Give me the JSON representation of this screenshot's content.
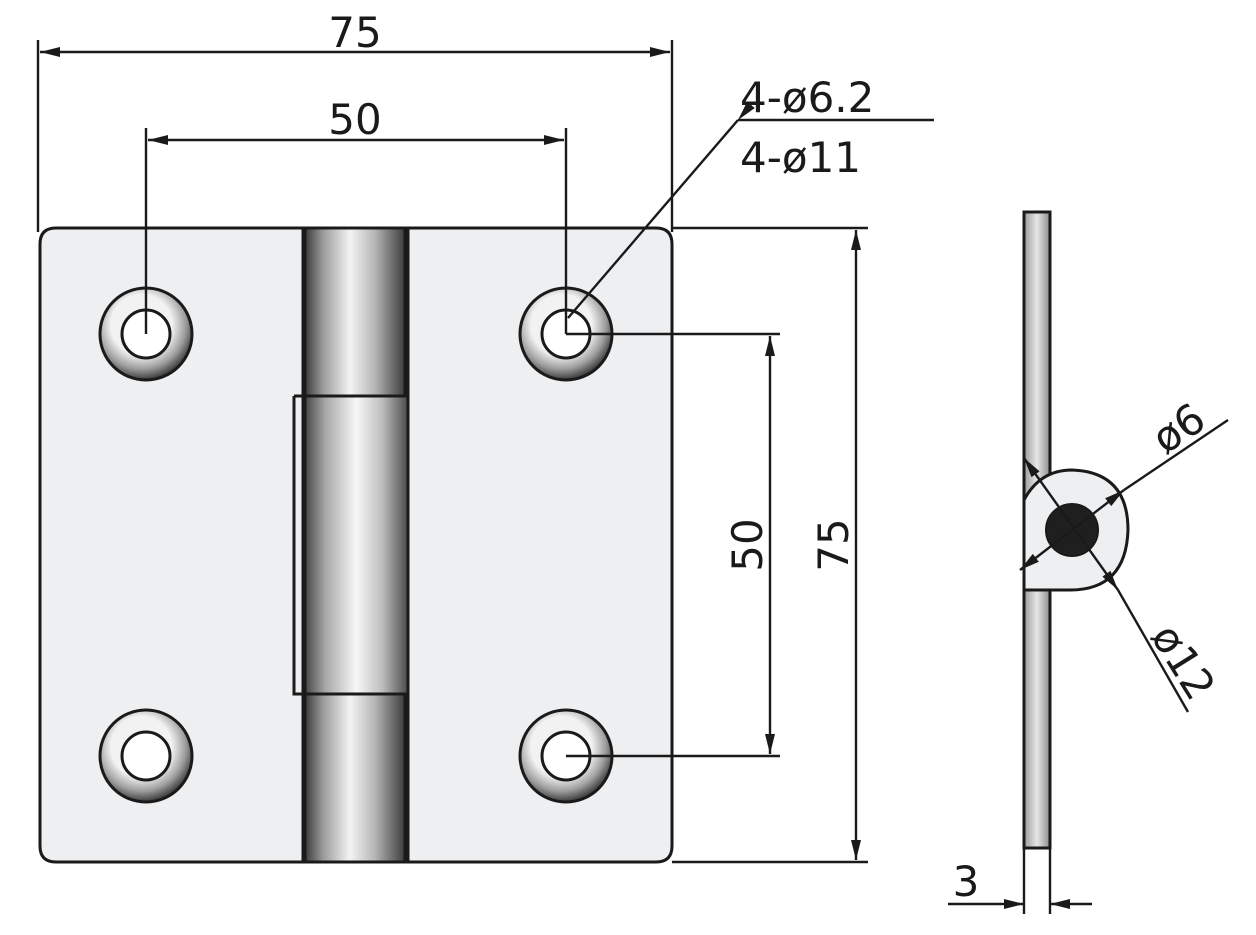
{
  "front_view": {
    "overall_width": "75",
    "hole_spacing_horizontal": "50",
    "overall_height": "75",
    "hole_spacing_vertical": "50"
  },
  "hole_callout": {
    "through_hole": "4-ø6.2",
    "counterbore": "4-ø11"
  },
  "side_view": {
    "pin_diameter": "ø6",
    "knuckle_diameter": "ø12",
    "thickness": "3"
  },
  "colors": {
    "line": "#1a1a1a",
    "plate_fill": "#eeeff1",
    "background": "#ffffff"
  }
}
